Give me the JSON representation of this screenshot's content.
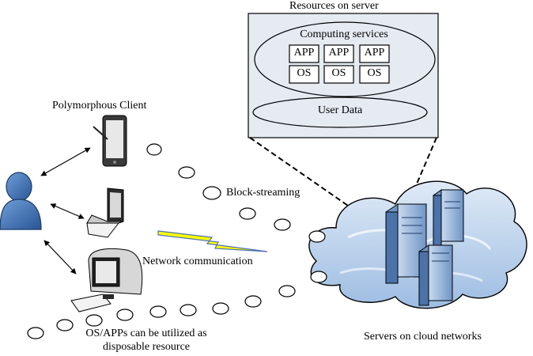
{
  "labels": {
    "resources_on_server": "Resources on server",
    "computing_services": "Computing services",
    "app": "APP",
    "os": "OS",
    "user_data": "User Data",
    "polymorphous_client": "Polymorphous  Client",
    "block_streaming": "Block-streaming",
    "network_communication": "Network communication",
    "os_apps_line1": "OS/APPs can be utilized as",
    "os_apps_line2": "disposable resource",
    "servers_on_cloud": "Servers on cloud networks"
  },
  "colors": {
    "panel_fill": "#e6ebf2",
    "cloud_fill": "#b8d0ea",
    "cloud_dark": "#5f86b8",
    "user_fill": "#3d6fb4",
    "lightning": "#ffff00",
    "server_fill": "#8fb0d8"
  },
  "icons": [
    "user-icon",
    "tablet-icon",
    "laptop-icon",
    "desktop-icon",
    "server-icon",
    "cloud-icon",
    "lightning-icon"
  ]
}
